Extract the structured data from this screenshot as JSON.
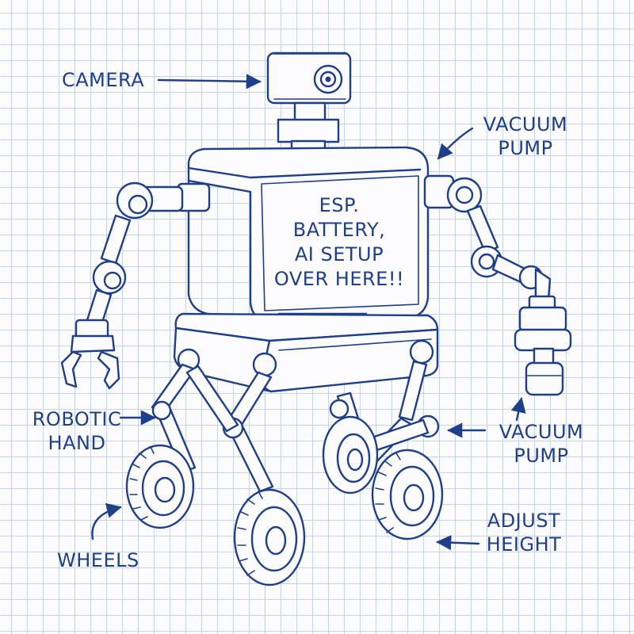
{
  "labels": {
    "camera": "CAMERA",
    "vacuum_pump_top_line1": "VACUUM",
    "vacuum_pump_top_line2": "PUMP",
    "robotic_hand_line1": "ROBOTIC",
    "robotic_hand_line2": "HAND",
    "vacuum_pump_bottom_line1": "VACUUM",
    "vacuum_pump_bottom_line2": "PUMP",
    "wheels": "WHEELS",
    "adjust_height_line1": "ADJUST",
    "adjust_height_line2": "HEIGHT"
  },
  "body_note": {
    "line1": "ESP.",
    "line2": "BATTERY,",
    "line3": "AI SETUP",
    "line4": "OVER HERE!!"
  },
  "colors": {
    "ink": "#1f3f8a",
    "grid": "#c6d3ea",
    "paper": "#fcfcfe"
  }
}
